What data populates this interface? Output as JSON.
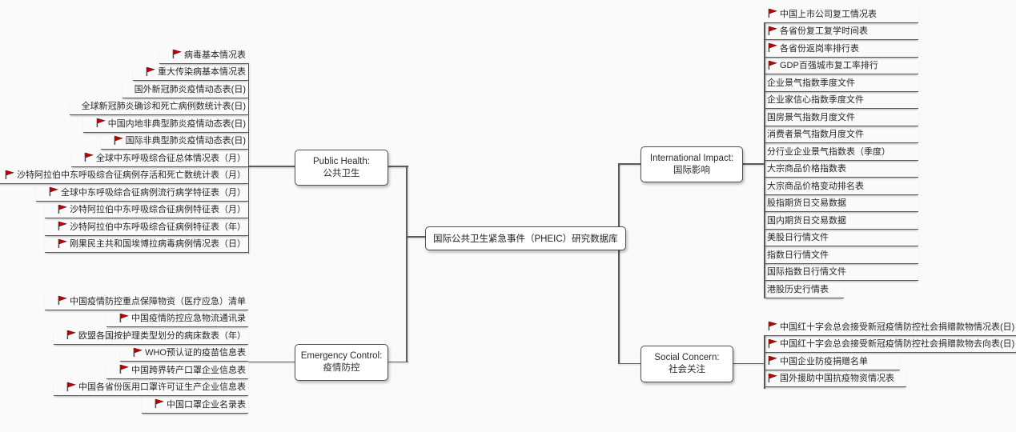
{
  "meta": {
    "background_color": "#fafafa",
    "line_color": "#5b5b5b",
    "flag_color": "#c40000",
    "node_border_color": "#4f4f4f"
  },
  "center": {
    "label": "国际公共卫生紧急事件（PHEIC）研究数据库"
  },
  "branches": [
    {
      "id": "public-health",
      "label_en": "Public Health:",
      "label_zh": "公共卫生",
      "items": [
        {
          "flag": true,
          "text": "病毒基本情况表"
        },
        {
          "flag": true,
          "text": "重大传染病基本情况表"
        },
        {
          "flag": false,
          "text": "国外新冠肺炎疫情动态表(日)"
        },
        {
          "flag": false,
          "text": "全球新冠肺炎确诊和死亡病例数统计表(日)"
        },
        {
          "flag": true,
          "text": "中国内地非典型肺炎疫情动态表(日)"
        },
        {
          "flag": true,
          "text": "国际非典型肺炎疫情动态表(日)"
        },
        {
          "flag": true,
          "text": "全球中东呼吸综合征总体情况表（月）"
        },
        {
          "flag": true,
          "text": "沙特阿拉伯中东呼吸综合征病例存活和死亡数统计表（月）"
        },
        {
          "flag": true,
          "text": "全球中东呼吸综合征病例流行病学特征表（月）"
        },
        {
          "flag": true,
          "text": "沙特阿拉伯中东呼吸综合征病例特征表（月）"
        },
        {
          "flag": true,
          "text": "沙特阿拉伯中东呼吸综合征病例特征表（年）"
        },
        {
          "flag": true,
          "text": "刚果民主共和国埃博拉病毒病例情况表（日）"
        }
      ]
    },
    {
      "id": "emergency-control",
      "label_en": "Emergency Control:",
      "label_zh": "疫情防控",
      "items": [
        {
          "flag": true,
          "text": "中国疫情防控重点保障物资（医疗应急）清单"
        },
        {
          "flag": true,
          "text": "中国疫情防控应急物流通讯录"
        },
        {
          "flag": true,
          "text": "欧盟各国按护理类型划分的病床数表（年）"
        },
        {
          "flag": true,
          "text": "WHO预认证的疫苗信息表"
        },
        {
          "flag": true,
          "text": "中国跨界转产口罩企业信息表"
        },
        {
          "flag": true,
          "text": "中国各省份医用口罩许可证生产企业信息表"
        },
        {
          "flag": true,
          "text": "中国口罩企业名录表"
        }
      ]
    },
    {
      "id": "international-impact",
      "label_en": "International Impact:",
      "label_zh": "国际影响",
      "items": [
        {
          "flag": true,
          "text": "中国上市公司复工情况表"
        },
        {
          "flag": true,
          "text": "各省份复工复学时间表"
        },
        {
          "flag": true,
          "text": "各省份返岗率排行表"
        },
        {
          "flag": true,
          "text": "GDP百强城市复工率排行"
        },
        {
          "flag": false,
          "text": "企业景气指数季度文件"
        },
        {
          "flag": false,
          "text": "企业家信心指数季度文件"
        },
        {
          "flag": false,
          "text": "国房景气指数月度文件"
        },
        {
          "flag": false,
          "text": "消费者景气指数月度文件"
        },
        {
          "flag": false,
          "text": "分行业企业景气指数表（季度）"
        },
        {
          "flag": false,
          "text": "大宗商品价格指数表"
        },
        {
          "flag": false,
          "text": "大宗商品价格变动排名表"
        },
        {
          "flag": false,
          "text": "股指期货日交易数据"
        },
        {
          "flag": false,
          "text": "国内期货日交易数据"
        },
        {
          "flag": false,
          "text": "美股日行情文件"
        },
        {
          "flag": false,
          "text": "指数日行情文件"
        },
        {
          "flag": false,
          "text": "国际指数日行情文件"
        },
        {
          "flag": false,
          "text": "港股历史行情表"
        }
      ]
    },
    {
      "id": "social-concern",
      "label_en": "Social Concern:",
      "label_zh": "社会关注",
      "items": [
        {
          "flag": true,
          "text": "中国红十字会总会接受新冠疫情防控社会捐赠款物情况表(日)"
        },
        {
          "flag": true,
          "text": "中国红十字会总会接受新冠疫情防控社会捐赠款物去向表(日)"
        },
        {
          "flag": true,
          "text": "中国企业防疫捐赠名单"
        },
        {
          "flag": true,
          "text": "国外援助中国抗疫物资情况表"
        }
      ]
    }
  ]
}
